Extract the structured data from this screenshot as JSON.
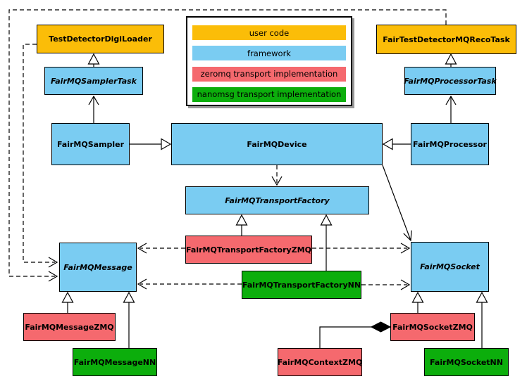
{
  "colors": {
    "user_code": "#fbbd08",
    "framework": "#7accf2",
    "zeromq": "#f5696e",
    "nanomsg": "#0cae0c",
    "edge": "#000000",
    "canvas_bg": "#ffffff",
    "legend_shadow": "#999999"
  },
  "legend": {
    "items": [
      {
        "label": "user code",
        "category": "user_code"
      },
      {
        "label": "framework",
        "category": "framework"
      },
      {
        "label": "zeromq transport implementation",
        "category": "zeromq"
      },
      {
        "label": "nanomsg transport implementation",
        "category": "nanomsg"
      }
    ]
  },
  "nodes": {
    "test_detector_digi_loader": {
      "label": "TestDetectorDigiLoader",
      "category": "user_code",
      "abstract": false
    },
    "fair_test_detector_mq_recotask": {
      "label": "FairTestDetectorMQRecoTask",
      "category": "user_code",
      "abstract": false
    },
    "fairmq_sampler_task": {
      "label": "FairMQSamplerTask",
      "category": "framework",
      "abstract": true
    },
    "fairmq_processor_task": {
      "label": "FairMQProcessorTask",
      "category": "framework",
      "abstract": true
    },
    "fairmq_sampler": {
      "label": "FairMQSampler",
      "category": "framework",
      "abstract": false
    },
    "fairmq_device": {
      "label": "FairMQDevice",
      "category": "framework",
      "abstract": false
    },
    "fairmq_processor": {
      "label": "FairMQProcessor",
      "category": "framework",
      "abstract": false
    },
    "fairmq_transport_factory": {
      "label": "FairMQTransportFactory",
      "category": "framework",
      "abstract": true
    },
    "fairmq_transport_factory_zmq": {
      "label": "FairMQTransportFactoryZMQ",
      "category": "zeromq",
      "abstract": false
    },
    "fairmq_transport_factory_nn": {
      "label": "FairMQTransportFactoryNN",
      "category": "nanomsg",
      "abstract": false
    },
    "fairmq_message": {
      "label": "FairMQMessage",
      "category": "framework",
      "abstract": true
    },
    "fairmq_socket": {
      "label": "FairMQSocket",
      "category": "framework",
      "abstract": true
    },
    "fairmq_message_zmq": {
      "label": "FairMQMessageZMQ",
      "category": "zeromq",
      "abstract": false
    },
    "fairmq_message_nn": {
      "label": "FairMQMessageNN",
      "category": "nanomsg",
      "abstract": false
    },
    "fairmq_context_zmq": {
      "label": "FairMQContextZMQ",
      "category": "zeromq",
      "abstract": false
    },
    "fairmq_socket_zmq": {
      "label": "FairMQSocketZMQ",
      "category": "zeromq",
      "abstract": false
    },
    "fairmq_socket_nn": {
      "label": "FairMQSocketNN",
      "category": "nanomsg",
      "abstract": false
    }
  },
  "relations": [
    {
      "from": "FairMQSamplerTask",
      "to": "TestDetectorDigiLoader",
      "type": "generalization"
    },
    {
      "from": "FairMQSampler",
      "to": "FairMQSamplerTask",
      "type": "association"
    },
    {
      "from": "FairMQSampler",
      "to": "FairMQDevice",
      "type": "generalization"
    },
    {
      "from": "FairMQProcessor",
      "to": "FairMQDevice",
      "type": "generalization"
    },
    {
      "from": "FairMQProcessor",
      "to": "FairMQProcessorTask",
      "type": "association"
    },
    {
      "from": "FairMQProcessorTask",
      "to": "FairTestDetectorMQRecoTask",
      "type": "generalization"
    },
    {
      "from": "FairMQDevice",
      "to": "FairMQTransportFactory",
      "type": "dependency"
    },
    {
      "from": "FairMQDevice",
      "to": "FairMQSocket",
      "type": "association"
    },
    {
      "from": "FairMQTransportFactoryZMQ",
      "to": "FairMQTransportFactory",
      "type": "generalization"
    },
    {
      "from": "FairMQTransportFactoryNN",
      "to": "FairMQTransportFactory",
      "type": "generalization"
    },
    {
      "from": "FairMQTransportFactoryZMQ",
      "to": "FairMQMessage",
      "type": "dependency"
    },
    {
      "from": "FairMQTransportFactoryZMQ",
      "to": "FairMQSocket",
      "type": "dependency"
    },
    {
      "from": "FairMQTransportFactoryNN",
      "to": "FairMQMessage",
      "type": "dependency"
    },
    {
      "from": "FairMQTransportFactoryNN",
      "to": "FairMQSocket",
      "type": "dependency"
    },
    {
      "from": "FairMQMessageZMQ",
      "to": "FairMQMessage",
      "type": "generalization"
    },
    {
      "from": "FairMQMessageNN",
      "to": "FairMQMessage",
      "type": "generalization"
    },
    {
      "from": "FairMQSocketZMQ",
      "to": "FairMQSocket",
      "type": "generalization"
    },
    {
      "from": "FairMQSocketNN",
      "to": "FairMQSocket",
      "type": "generalization"
    },
    {
      "from": "FairMQContextZMQ",
      "to": "FairMQSocketZMQ",
      "type": "composition"
    },
    {
      "from": "TestDetectorDigiLoader",
      "to": "FairMQMessage",
      "type": "dependency"
    },
    {
      "from": "FairTestDetectorMQRecoTask",
      "to": "FairMQMessage",
      "type": "dependency"
    }
  ]
}
